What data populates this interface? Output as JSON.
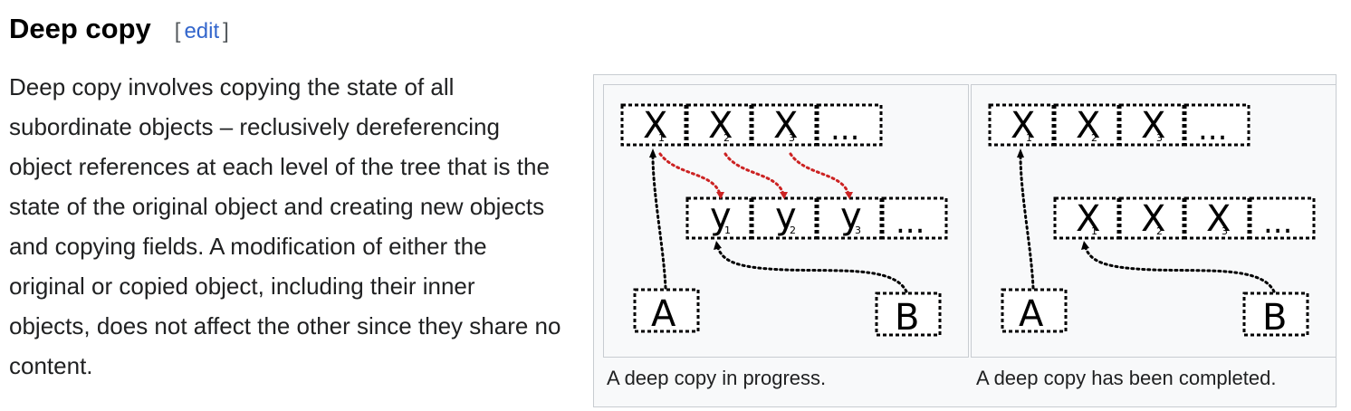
{
  "section": {
    "title": "Deep copy",
    "edit_open": "[",
    "edit_label": "edit",
    "edit_close": "]"
  },
  "paragraph": {
    "text": "Deep copy involves copying the state of all subordinate objects – reclusively dereferencing object references at each level of the tree that is the state of the original object and creating new objects and copying fields. A modification of either the original or copied object, including their inner objects, does not affect the other since they share no content."
  },
  "figure": {
    "left": {
      "caption": "A deep copy in progress.",
      "top_row": {
        "letter": "X",
        "subs": [
          "1",
          "2",
          "3"
        ],
        "ellipsis": "..."
      },
      "bottom_row": {
        "letter": "y",
        "subs": [
          "1",
          "2",
          "3"
        ],
        "ellipsis": "..."
      },
      "label_a": "A",
      "label_b": "B"
    },
    "right": {
      "caption": "A deep copy has been completed.",
      "top_row": {
        "letter": "X",
        "subs": [
          "1",
          "2",
          "3"
        ],
        "ellipsis": "..."
      },
      "bottom_row": {
        "letter": "X",
        "subs": [
          "1",
          "2",
          "3"
        ],
        "ellipsis": "..."
      },
      "label_a": "A",
      "label_b": "B"
    },
    "colors": {
      "copy_arrow": "#cc2222",
      "reference_arrow": "#000000",
      "link": "#3366cc"
    }
  }
}
